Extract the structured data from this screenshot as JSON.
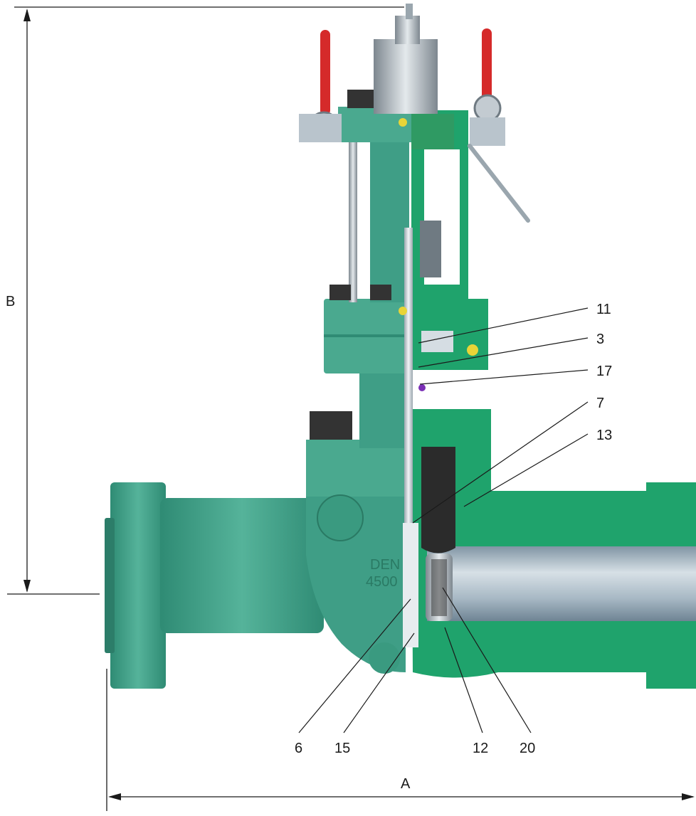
{
  "dimensions": {
    "height_label": "B",
    "length_label": "A"
  },
  "callouts": [
    {
      "id": "11",
      "label": "11"
    },
    {
      "id": "3",
      "label": "3"
    },
    {
      "id": "17",
      "label": "17"
    },
    {
      "id": "7",
      "label": "7"
    },
    {
      "id": "13",
      "label": "13"
    },
    {
      "id": "6",
      "label": "6"
    },
    {
      "id": "15",
      "label": "15"
    },
    {
      "id": "12",
      "label": "12"
    },
    {
      "id": "20",
      "label": "20"
    }
  ],
  "body_marking": {
    "line1": "DEN",
    "line2": "4500"
  },
  "colors": {
    "body_exterior": "#3f9e86",
    "body_section": "#1fa36c",
    "steel": "#b9c4cc",
    "dark_steel": "#3a3a3a",
    "bore": "#9fb2c0",
    "handle_red": "#d52a2a",
    "accent_yellow": "#e8d437",
    "accent_purple": "#7a2fb5"
  }
}
